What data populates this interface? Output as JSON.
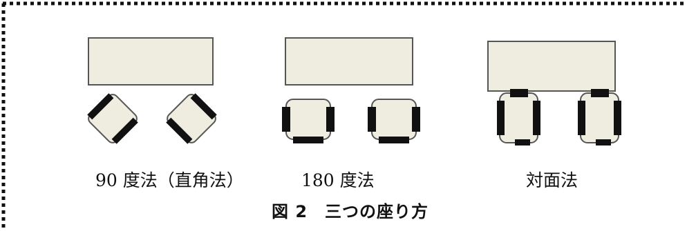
{
  "diagram": {
    "arrangements": [
      {
        "label": "90 度法（直角法）"
      },
      {
        "label": "180 度法"
      },
      {
        "label": "対面法"
      }
    ],
    "caption": "図 2　三つの座り方",
    "colors": {
      "furniture_fill": "#efece0",
      "furniture_stroke": "#555555",
      "chair_back": "#111111",
      "border_dots": "#111111"
    }
  }
}
